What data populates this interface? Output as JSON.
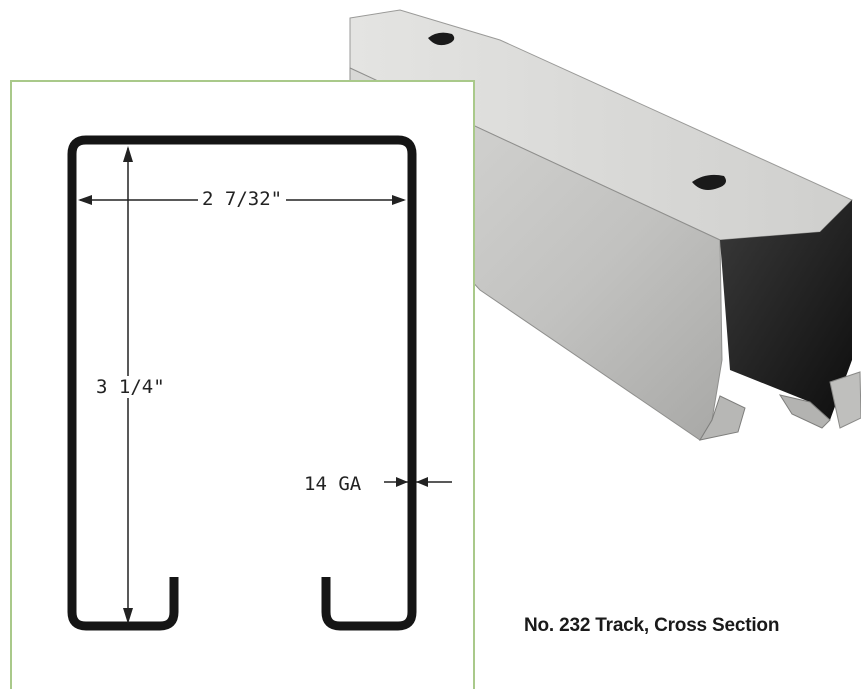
{
  "diagram": {
    "width_dimension": "2 7/32\"",
    "height_dimension": "3 1/4\"",
    "gauge_dimension": "14 GA",
    "profile_color": "#151515",
    "panel_border_color": "#a9c98a"
  },
  "photo": {
    "subject": "steel-channel-track",
    "metal_color": "#c9c9c7"
  },
  "caption": "No. 232 Track, Cross Section"
}
